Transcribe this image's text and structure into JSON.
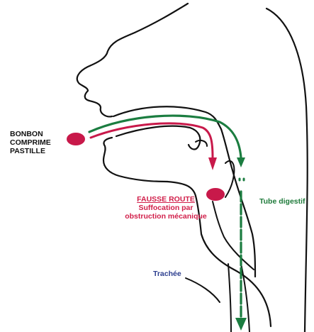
{
  "colors": {
    "outline": "#111111",
    "red": "#c8194a",
    "green": "#1b7d40",
    "blue": "#2c3e8f",
    "candy": "#c8194a"
  },
  "labels": {
    "object_lines": [
      "BONBON",
      "COMPRIME",
      "PASTILLE"
    ],
    "fausse_route_title": "FAUSSE ROUTE",
    "fausse_route_lines": [
      "Suffocation par",
      "obstruction mécanique"
    ],
    "tube": "Tube digestif",
    "trachee": "Trachée"
  }
}
